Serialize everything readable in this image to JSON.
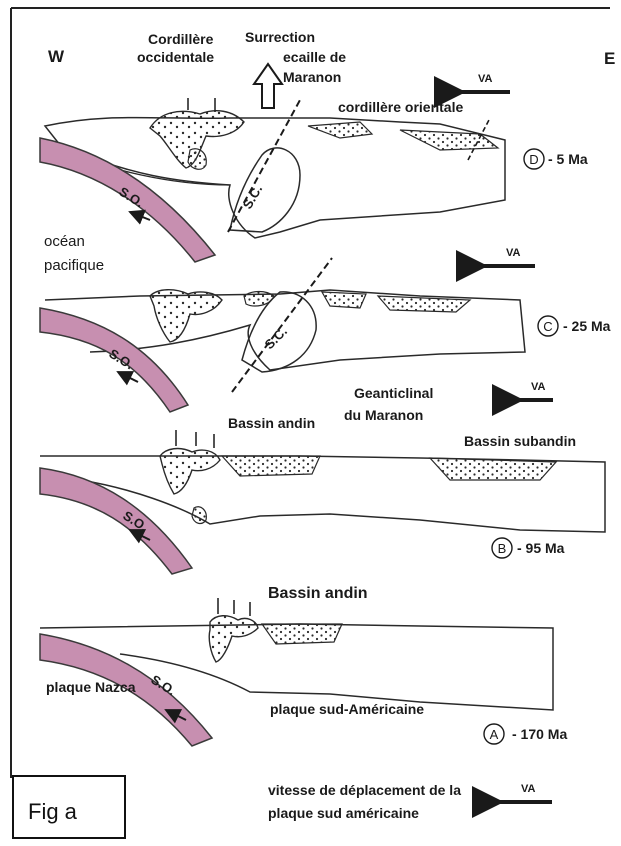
{
  "figure": {
    "caption": "Fig a",
    "directions": {
      "west": "W",
      "east": "E"
    },
    "legend": {
      "symbol": "VA",
      "text_line1": "vitesse de déplacement de la",
      "text_line2": "plaque sud américaine"
    },
    "colors": {
      "slab_fill": "#c78fb0",
      "slab_stroke": "#3a3a3a",
      "line": "#2a2a2a",
      "background": "#ffffff"
    },
    "stages": [
      {
        "id": "D",
        "age": "- 5 Ma",
        "arrow_label": "VA",
        "labels": {
          "cordillera_west_l1": "Cordillère",
          "cordillera_west_l2": "occidentale",
          "uplift_l1": "Surrection",
          "uplift_l2": "ecaille de",
          "uplift_l3": "Maranon",
          "cordillera_east": "cordillère orientale",
          "slab": "S.O.",
          "block": "S.C.",
          "ocean_l1": "océan",
          "ocean_l2": "pacifique"
        }
      },
      {
        "id": "C",
        "age": "- 25 Ma",
        "arrow_label": "VA",
        "labels": {
          "slab": "S.O.",
          "block": "S.C."
        }
      },
      {
        "id": "B",
        "age": "- 95 Ma",
        "arrow_label": "VA",
        "labels": {
          "basin": "Bassin andin",
          "geanticlinal_l1": "Geanticlinal",
          "geanticlinal_l2": "du Maranon",
          "basin_sub": "Bassin subandin",
          "slab": "S.O."
        }
      },
      {
        "id": "A",
        "age": "- 170 Ma",
        "labels": {
          "basin": "Bassin andin",
          "nazca": "plaque Nazca",
          "south_american": "plaque sud-Américaine",
          "slab": "S.O."
        }
      }
    ]
  }
}
